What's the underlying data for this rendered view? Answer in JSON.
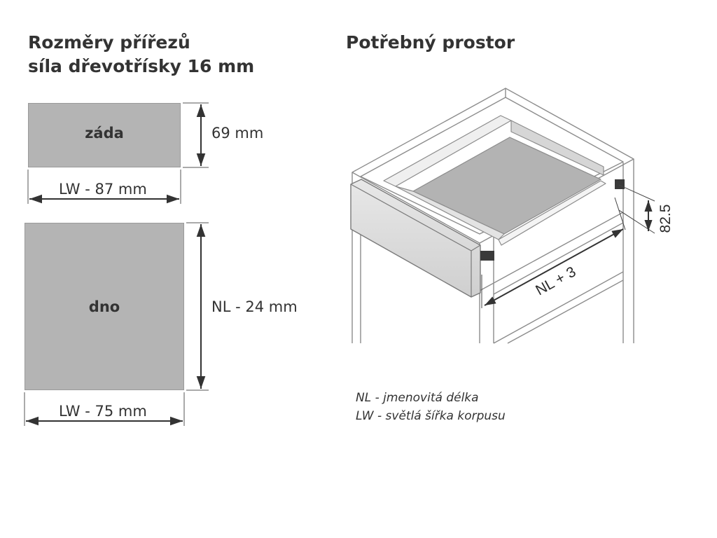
{
  "left": {
    "title_line1": "Rozměry přířezů",
    "title_line2": "síla dřevotřísky 16 mm"
  },
  "right": {
    "title": "Potřebný prostor"
  },
  "panels": {
    "back": {
      "label": "záda",
      "height_dim": "69 mm",
      "width_dim": "LW - 87 mm"
    },
    "bottom": {
      "label": "dno",
      "height_dim": "NL - 24 mm",
      "width_dim": "LW - 75 mm"
    }
  },
  "cabinet": {
    "height_dim": "82.5",
    "depth_dim": "NL + 3"
  },
  "legend": {
    "nl": "NL - jmenovitá délka",
    "lw": "LW - světlá šířka korpusu"
  },
  "colors": {
    "panel_fill": "#b4b4b4",
    "line": "#333333",
    "cabinet_line": "#8c8c8c"
  }
}
